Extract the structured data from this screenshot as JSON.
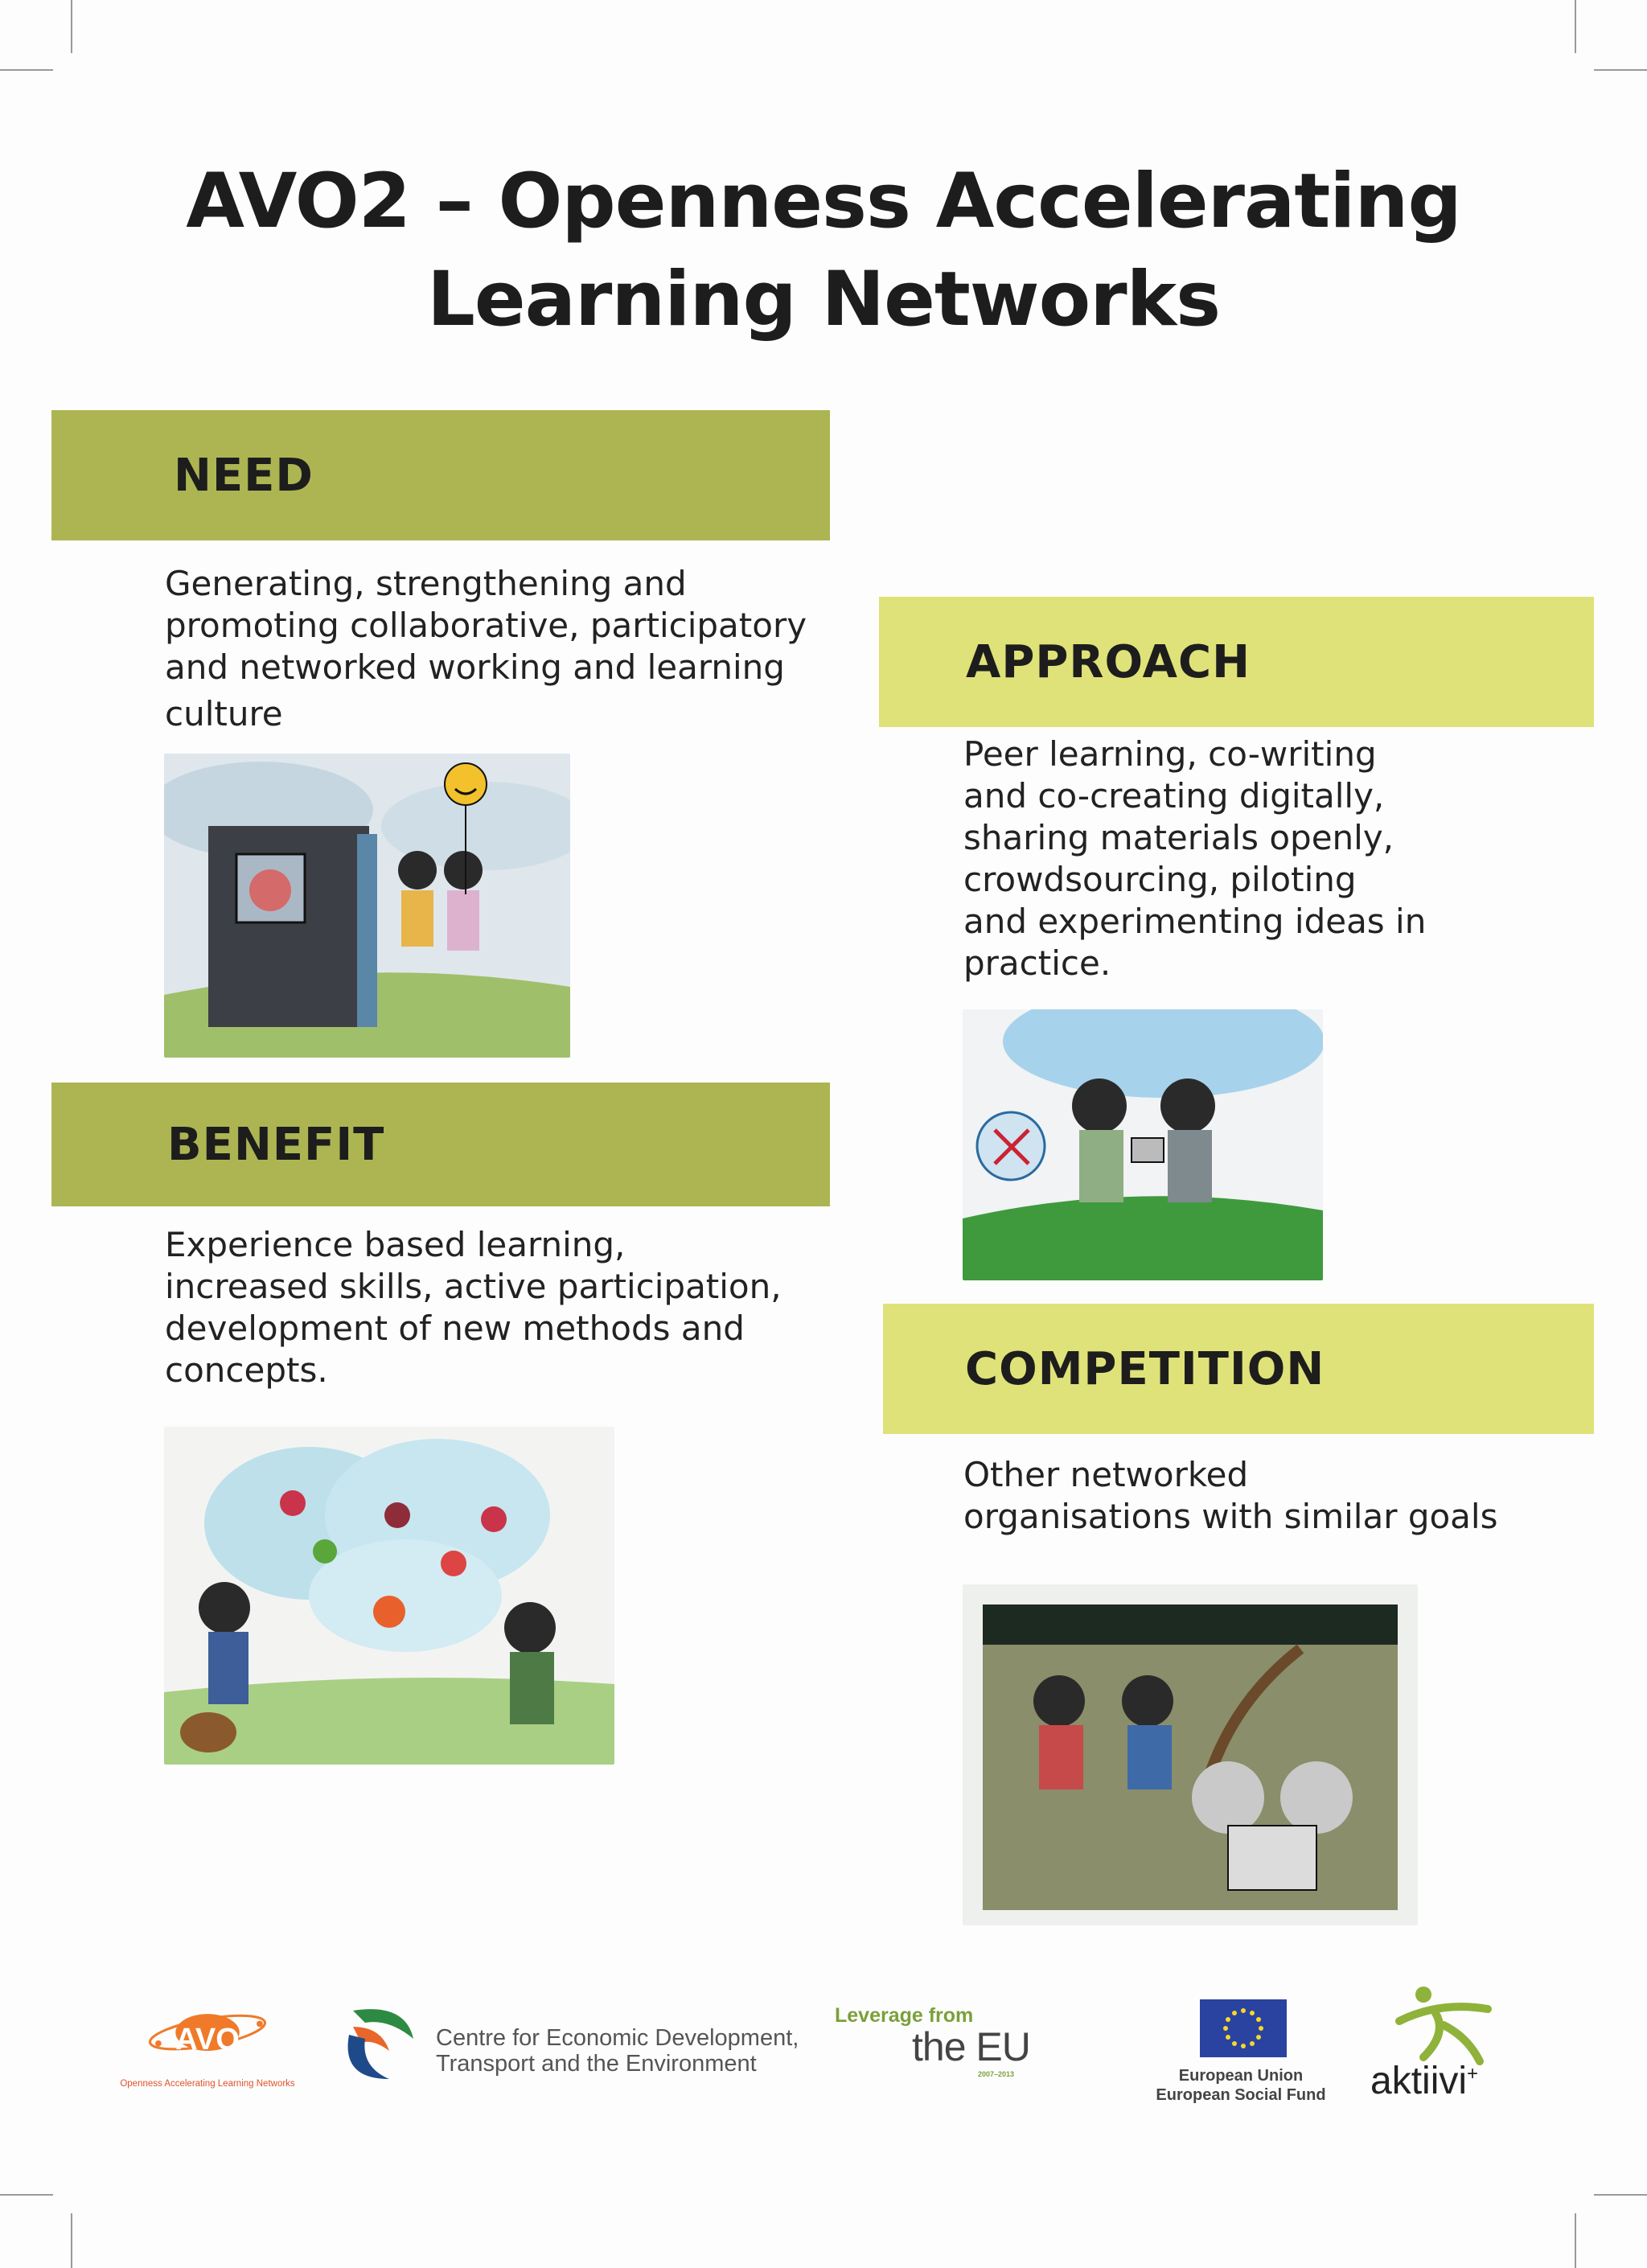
{
  "title": {
    "line1": "AVO2 – Openness Accelerating",
    "line2": "Learning Networks"
  },
  "sections": {
    "need": {
      "heading": "NEED",
      "lines": [
        "Generating, strengthening and",
        "promoting collaborative, participatory",
        "and networked working and learning",
        "culture"
      ]
    },
    "approach": {
      "heading": "APPROACH",
      "lines": [
        "Peer learning, co-writing",
        "and co-creating digitally,",
        "sharing materials openly,",
        "crowdsourcing, piloting",
        "and experimenting ideas in",
        "practice."
      ]
    },
    "benefit": {
      "heading": "BENEFIT",
      "lines": [
        "Experience based learning,",
        "increased skills, active participation,",
        "development of new methods and",
        "concepts."
      ]
    },
    "competition": {
      "heading": "COMPETITION",
      "lines": [
        "Other networked",
        "organisations with similar goals"
      ]
    }
  },
  "illustrations": {
    "need": "door-and-children-drawing",
    "approach": "www-cloud-children-drawing",
    "benefit": "apple-tree-children-drawing",
    "competition": "groups-children-drawing"
  },
  "logos": {
    "avo": {
      "mark": "AVO",
      "tagline": "Openness Accelerating Learning Networks"
    },
    "ely": {
      "line1": "Centre for Economic Development,",
      "line2": "Transport and the Environment"
    },
    "leverage": {
      "top": "Leverage from",
      "main": "the EU",
      "years": "2007–2013"
    },
    "eu": {
      "line1": "European Union",
      "line2": "European Social Fund"
    },
    "aktiivi": {
      "name": "aktiivi",
      "sup": "+"
    }
  },
  "colors": {
    "olive": "#adb552",
    "lime": "#dfe278",
    "avo_orange": "#f07a2a",
    "eu_blue": "#2a43a0",
    "aktiivi_green": "#8fb23a"
  }
}
